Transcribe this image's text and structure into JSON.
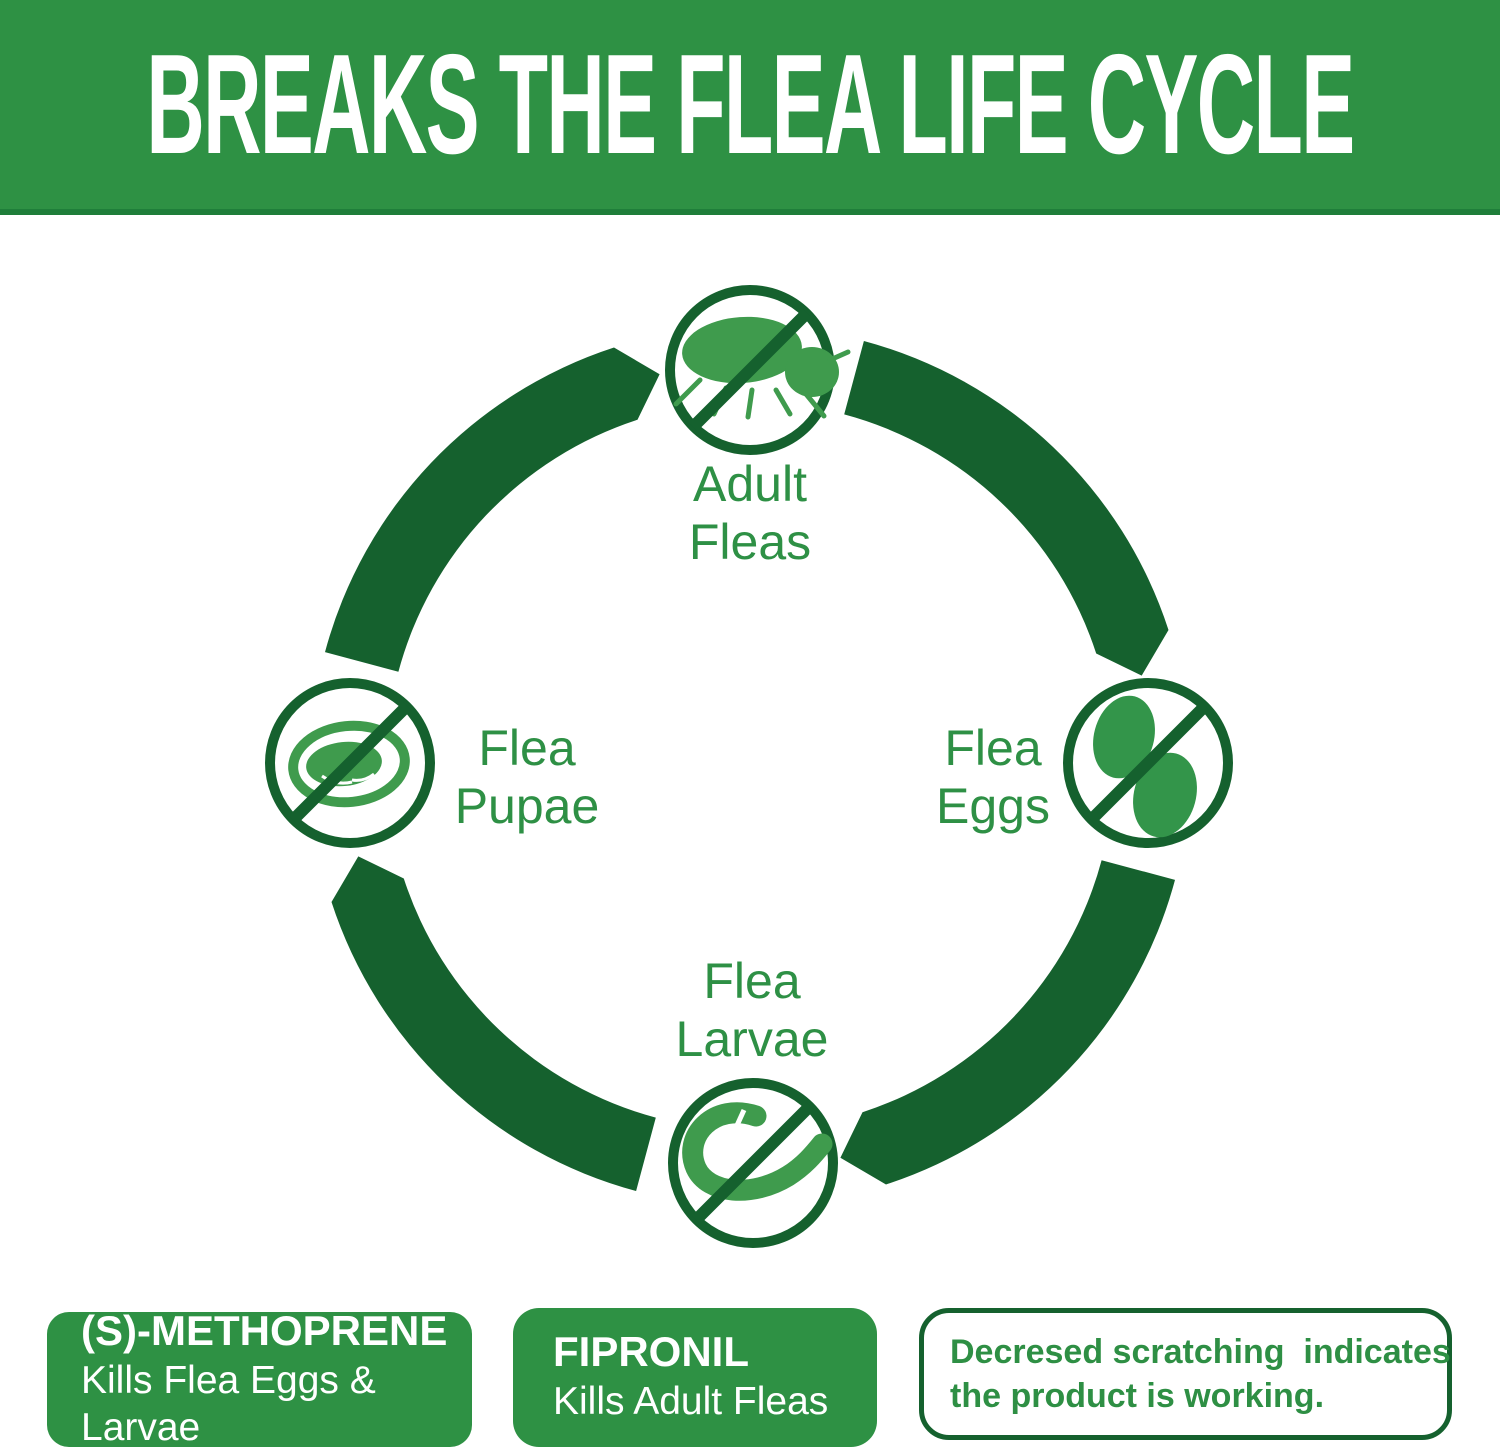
{
  "header": {
    "title": "BREAKS THE FLEA LIFE CYCLE"
  },
  "cycle": {
    "stages": [
      {
        "id": "adult-fleas",
        "label": "Adult\nFleas"
      },
      {
        "id": "flea-eggs",
        "label": "Flea\nEggs"
      },
      {
        "id": "flea-larvae",
        "label": "Flea\nLarvae"
      },
      {
        "id": "flea-pupae",
        "label": "Flea\nPupae"
      }
    ]
  },
  "ingredients": [
    {
      "name": "(S)-METHOPRENE",
      "description": "Kills Flea Eggs & Larvae"
    },
    {
      "name": "FIPRONIL",
      "description": "Kills Adult Fleas"
    }
  ],
  "note": {
    "line1": "Decresed scratching  indicates",
    "line2": "the product is working."
  },
  "colors": {
    "banner_green": "#2e9144",
    "banner_edge_green": "#1f7e3a",
    "dark_green": "#15612e",
    "medium_green": "#3f9b4d",
    "egg_green": "#33954a",
    "label_green": "#2e9045",
    "note_text_green": "#2e8f44",
    "background": "#ffffff",
    "text_white": "#ffffff"
  }
}
